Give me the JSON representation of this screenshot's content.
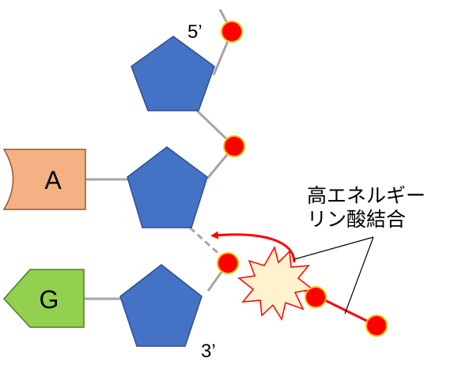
{
  "labels": {
    "five_prime": "5’",
    "three_prime": "3’",
    "base_a": "A",
    "base_g": "G",
    "annotation_line1": "高エネルギー",
    "annotation_line2": "リン酸結合"
  },
  "colors": {
    "sugar": "#4472C4",
    "sugar_stroke": "#2F4F8F",
    "phosphate": "#FF0000",
    "phosphate_stroke": "#FFC000",
    "backbone": "#A6A6A6",
    "base_a": "#F4B183",
    "base_g": "#92D050",
    "arrow": "#FF0000",
    "burst_fill": "#FFF2CC",
    "burst_stroke": "#FF0000"
  },
  "icons": [
    "pentagon-sugar",
    "phosphate-circle",
    "explosion-burst"
  ]
}
